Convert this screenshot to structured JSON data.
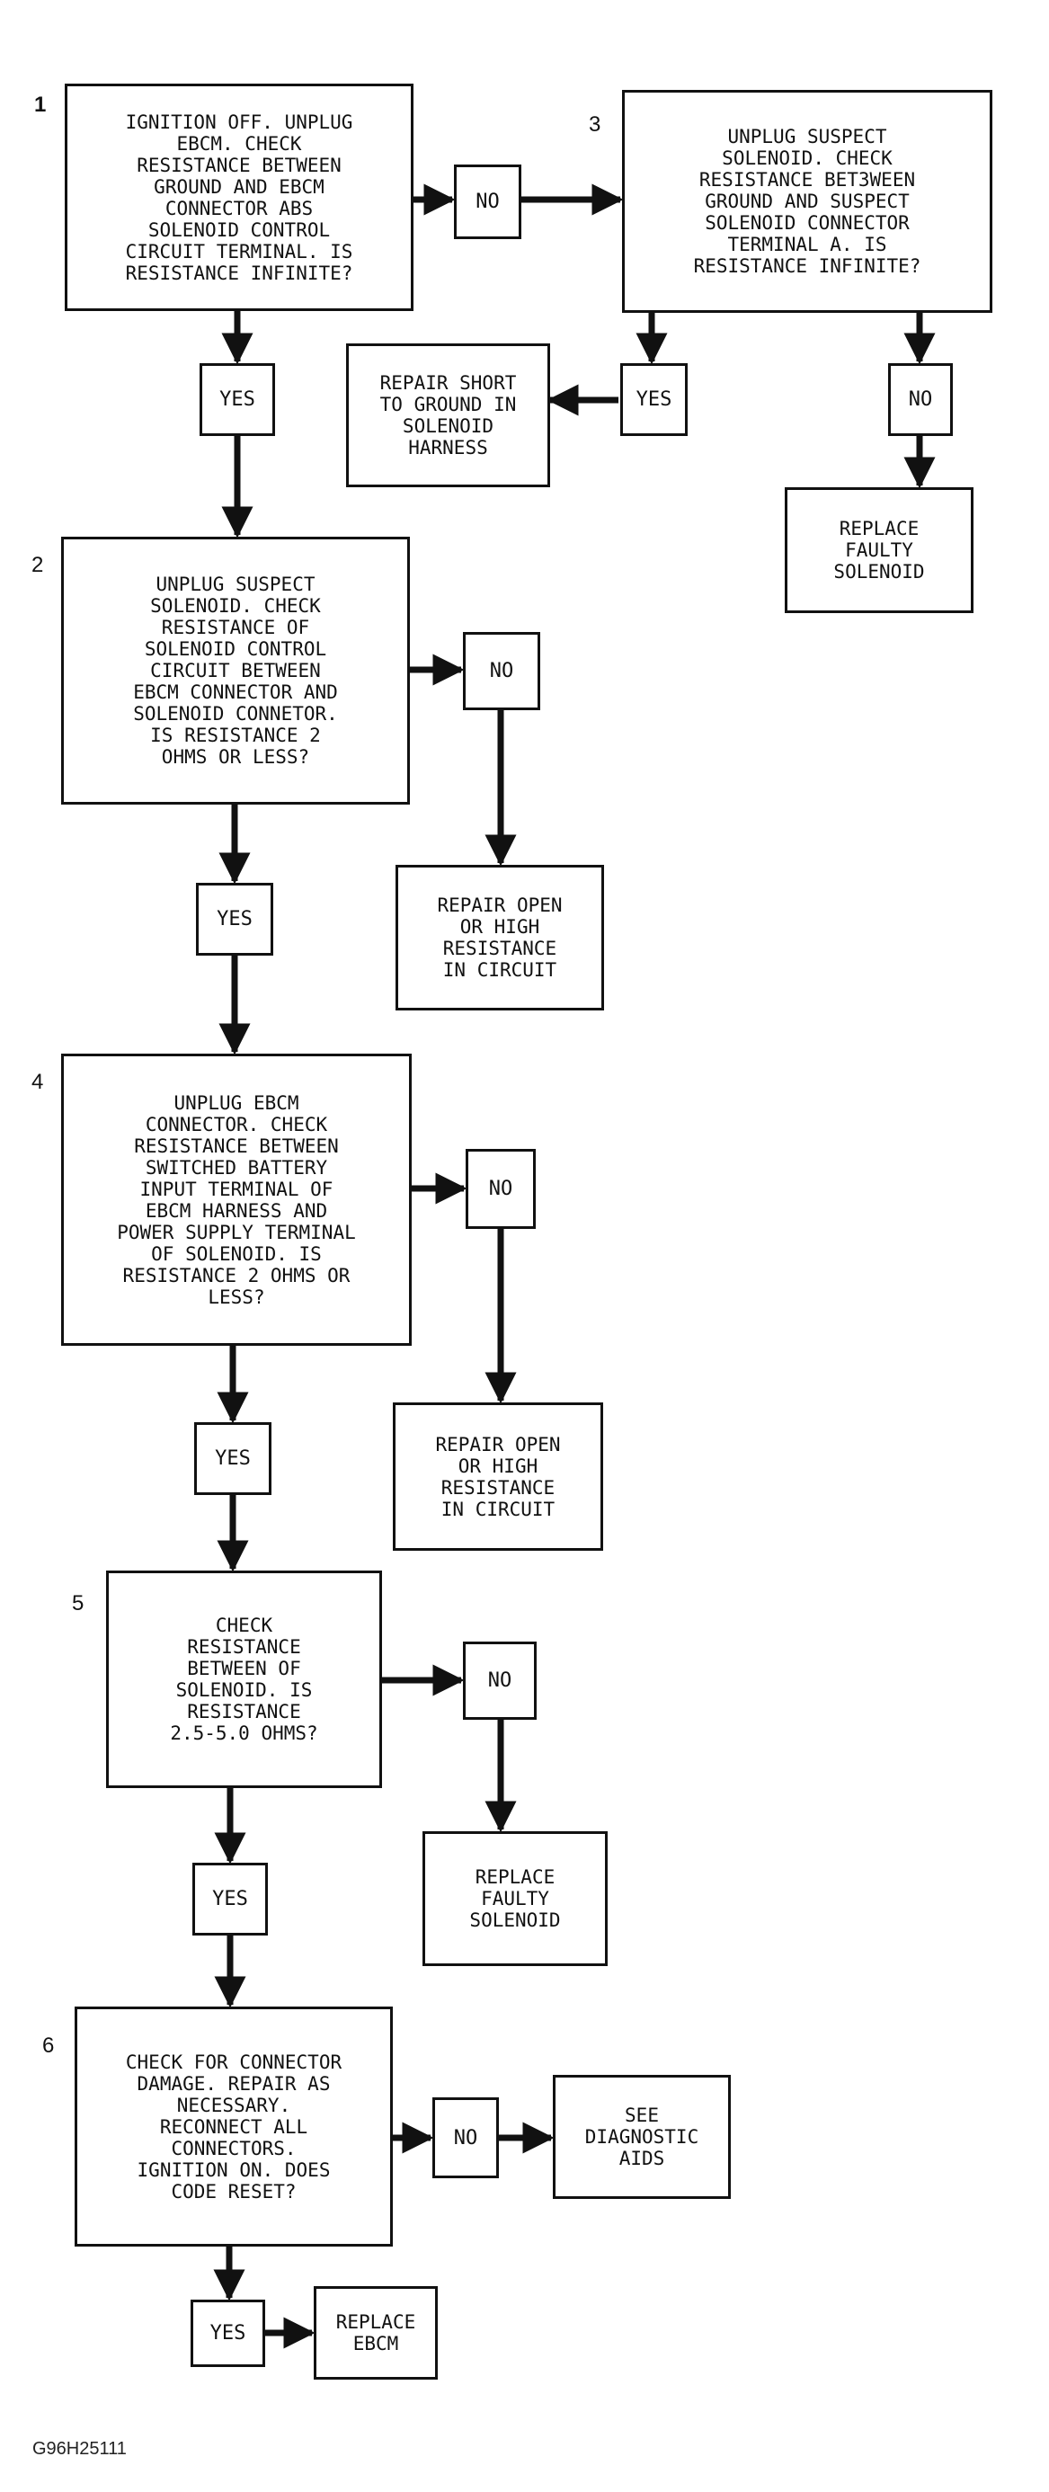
{
  "steps": {
    "s1": {
      "num": "1",
      "text": "IGNITION OFF. UNPLUG\nEBCM. CHECK\nRESISTANCE BETWEEN\nGROUND AND EBCM\nCONNECTOR ABS\nSOLENOID CONTROL\nCIRCUIT TERMINAL. IS\nRESISTANCE INFINITE?"
    },
    "s2": {
      "num": "2",
      "text": "UNPLUG SUSPECT\nSOLENOID. CHECK\nRESISTANCE OF\nSOLENOID CONTROL\nCIRCUIT BETWEEN\nEBCM CONNECTOR AND\nSOLENOID CONNETOR.\nIS RESISTANCE 2\nOHMS OR LESS?"
    },
    "s3": {
      "num": "3",
      "text": "UNPLUG SUSPECT\nSOLENOID. CHECK\nRESISTANCE BET3WEEN\nGROUND AND SUSPECT\nSOLENOID CONNECTOR\nTERMINAL A. IS\nRESISTANCE INFINITE?"
    },
    "s4": {
      "num": "4",
      "text": "UNPLUG EBCM\nCONNECTOR. CHECK\nRESISTANCE BETWEEN\nSWITCHED BATTERY\nINPUT TERMINAL OF\nEBCM HARNESS AND\nPOWER SUPPLY TERMINAL\nOF SOLENOID. IS\nRESISTANCE 2 OHMS OR\nLESS?"
    },
    "s5": {
      "num": "5",
      "text": "CHECK\nRESISTANCE\nBETWEEN OF\nSOLENOID. IS\nRESISTANCE\n2.5-5.0 OHMS?"
    },
    "s6": {
      "num": "6",
      "text": "CHECK FOR CONNECTOR\nDAMAGE. REPAIR AS\nNECESSARY.\nRECONNECT ALL\nCONNECTORS.\nIGNITION ON. DOES\nCODE RESET?"
    }
  },
  "results": {
    "repair_short": "REPAIR SHORT\nTO GROUND IN\nSOLENOID\nHARNESS",
    "replace_solenoid_1": "REPLACE\nFAULTY\nSOLENOID",
    "repair_open_1": "REPAIR OPEN\nOR HIGH\nRESISTANCE\nIN CIRCUIT",
    "repair_open_2": "REPAIR OPEN\nOR HIGH\nRESISTANCE\nIN CIRCUIT",
    "replace_solenoid_2": "REPLACE\nFAULTY\nSOLENOID",
    "see_diag": "SEE\nDIAGNOSTIC\nAIDS",
    "replace_ebcm": "REPLACE\nEBCM"
  },
  "labels": {
    "yes": "YES",
    "no": "NO"
  },
  "caption": "G96H25111"
}
